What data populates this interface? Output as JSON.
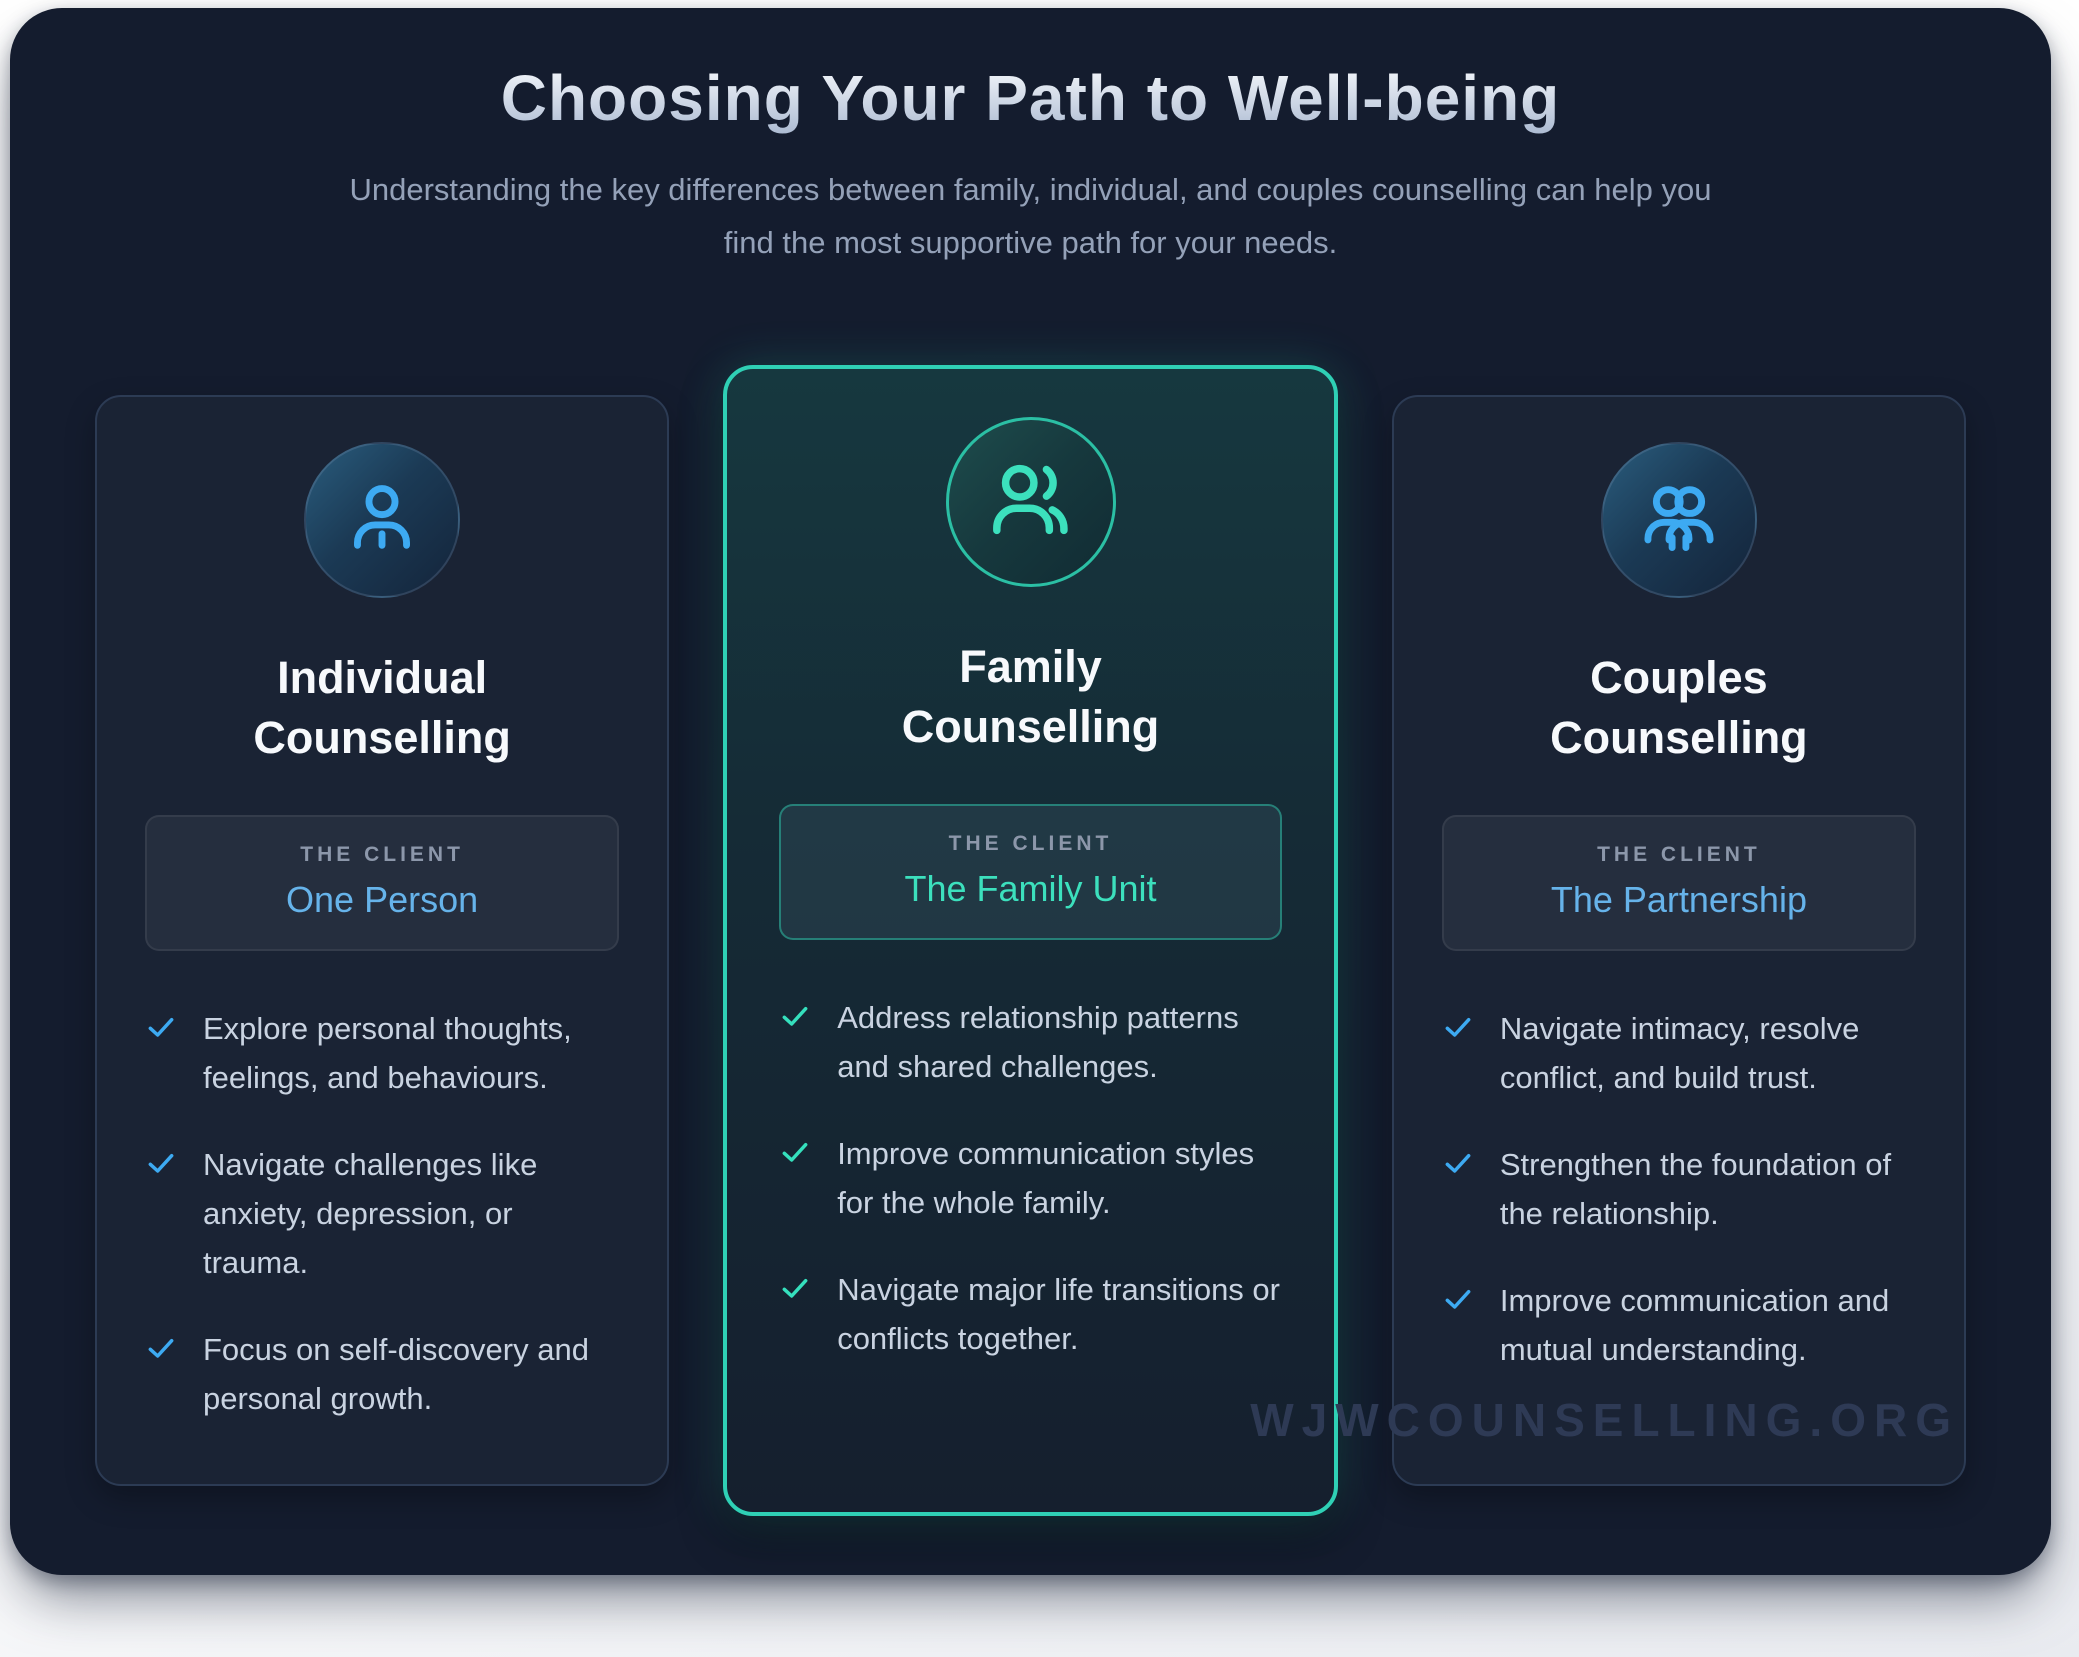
{
  "page": {
    "title": "Choosing Your Path to Well-being",
    "subtitle": "Understanding the key differences between family, individual, and couples counselling can help you find the most supportive path for your needs.",
    "watermark": "WJWCOUNSELLING.ORG"
  },
  "colors": {
    "panel_background": "#141c2e",
    "card_background": "#1a2334",
    "card_border": "#2c3b54",
    "highlight_card_border": "#2fd0b5",
    "accent_blue": "#3daaf2",
    "accent_teal": "#3ce0bd",
    "client_value_blue": "#66b3ea",
    "client_value_teal": "#3ce0bd",
    "body_text": "#c9d3e1",
    "label_gray": "#8c97aa",
    "title_silver": "#c9d4e5"
  },
  "cards": [
    {
      "title": "Individual Counselling",
      "theme": "blue",
      "icon": "user-icon",
      "client_label": "THE CLIENT",
      "client_value": "One Person",
      "bullets": [
        "Explore personal thoughts, feelings, and behaviours.",
        "Navigate challenges like anxiety, depression, or trauma.",
        "Focus on self-discovery and personal growth."
      ]
    },
    {
      "title": "Family Counselling",
      "theme": "teal",
      "icon": "users-icon",
      "client_label": "THE CLIENT",
      "client_value": "The Family Unit",
      "bullets": [
        "Address relationship patterns and shared challenges.",
        "Improve communication styles for the whole family.",
        "Navigate major life transitions or conflicts together."
      ]
    },
    {
      "title": "Couples Counselling",
      "theme": "blue",
      "icon": "couple-icon",
      "client_label": "THE CLIENT",
      "client_value": "The Partnership",
      "bullets": [
        "Navigate intimacy, resolve conflict, and build trust.",
        "Strengthen the foundation of the relationship.",
        "Improve communication and mutual understanding."
      ]
    }
  ]
}
